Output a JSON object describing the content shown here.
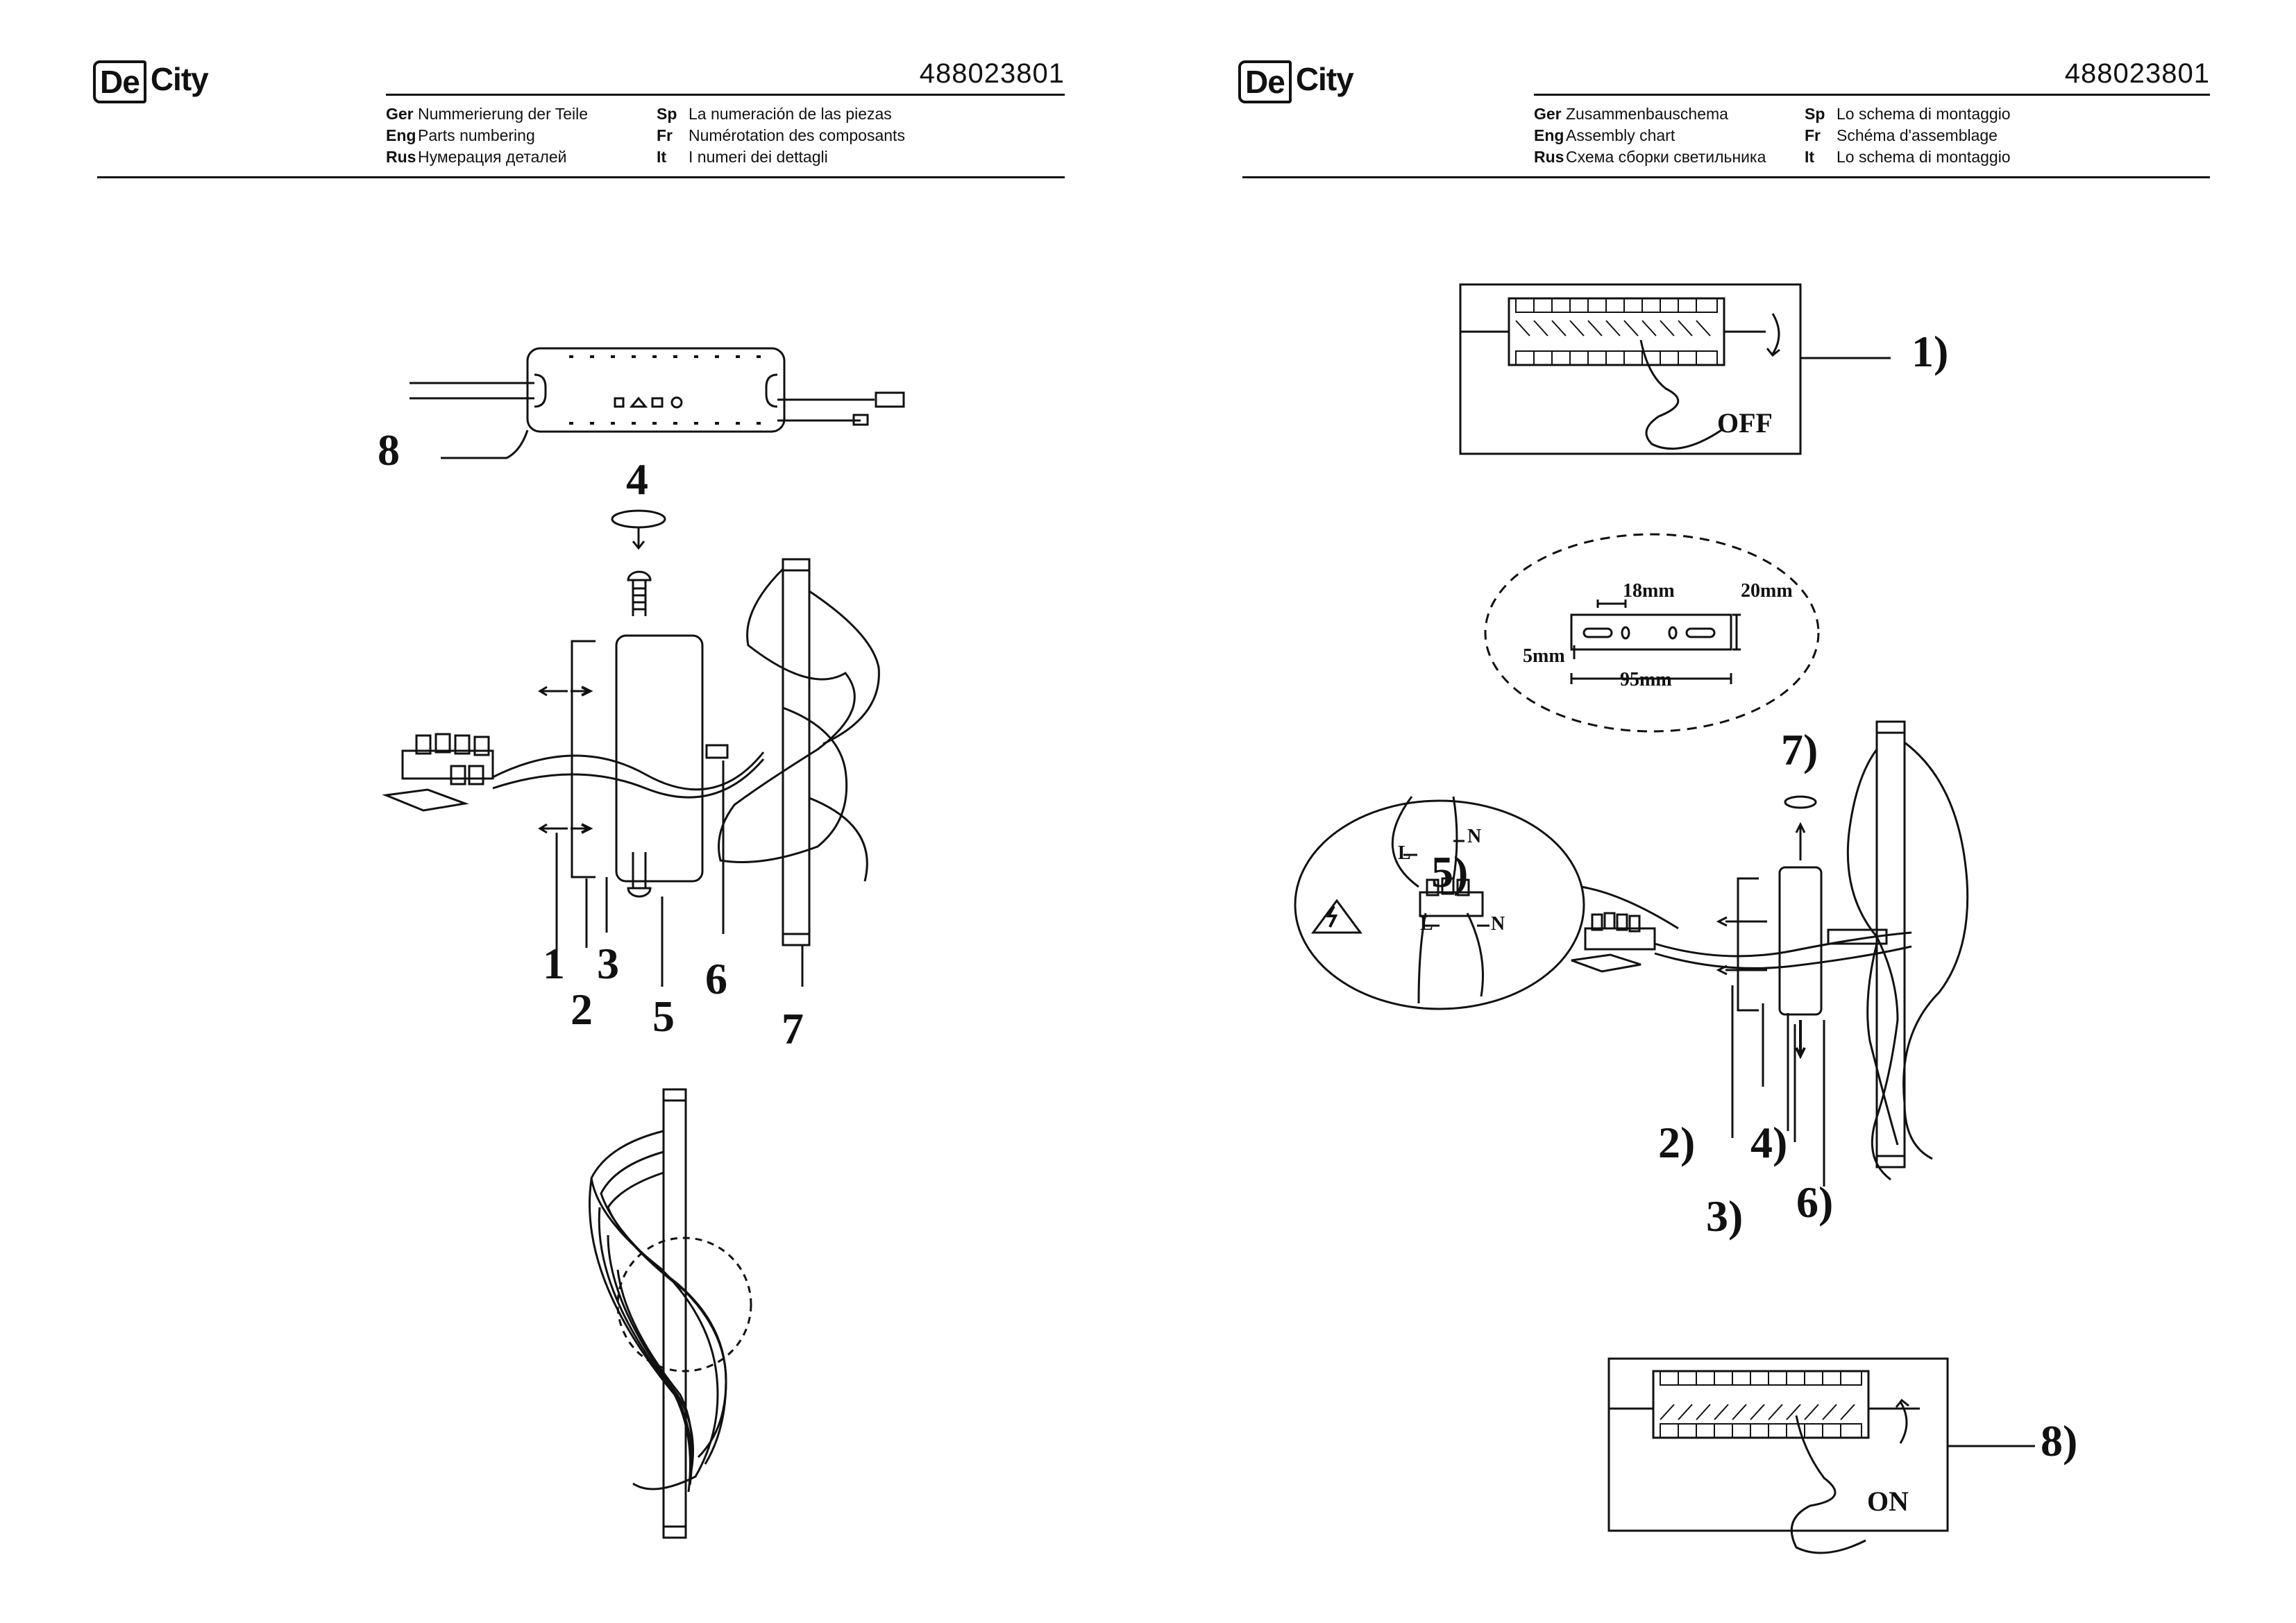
{
  "brand": {
    "name_boxed": "De",
    "name_rest": "City"
  },
  "product_code": "488023801",
  "left_page": {
    "headings": [
      {
        "lang": "Ger",
        "text": "Nummerierung der Teile"
      },
      {
        "lang": "Sp",
        "text": "La numeración de las piezas"
      },
      {
        "lang": "Eng",
        "text": "Parts numbering"
      },
      {
        "lang": "Fr",
        "text": "Numérotation des composants"
      },
      {
        "lang": "Rus",
        "text": "Нумерация деталей"
      },
      {
        "lang": "It",
        "text": "I numeri dei dettagli"
      }
    ],
    "part_numbers": [
      "8",
      "4",
      "1",
      "2",
      "3",
      "5",
      "6",
      "7"
    ]
  },
  "right_page": {
    "headings": [
      {
        "lang": "Ger",
        "text": "Zusammenbauschema"
      },
      {
        "lang": "Sp",
        "text": "Lo schema di montaggio"
      },
      {
        "lang": "Eng",
        "text": "Assembly chart"
      },
      {
        "lang": "Fr",
        "text": "Schéma d'assemblage"
      },
      {
        "lang": "Rus",
        "text": "Схема сборки светильника"
      },
      {
        "lang": "It",
        "text": "Lo schema di montaggio"
      }
    ],
    "steps": [
      "1)",
      "7)",
      "5)",
      "2)",
      "4)",
      "3)",
      "6)",
      "8)"
    ],
    "switch_off_label": "OFF",
    "switch_on_label": "ON",
    "bracket_dims": {
      "hole_spacing": "18mm",
      "height": "20mm",
      "hole_dia": "5mm",
      "length": "95mm"
    },
    "wire_labels": {
      "live": "L",
      "neutral": "N"
    }
  }
}
